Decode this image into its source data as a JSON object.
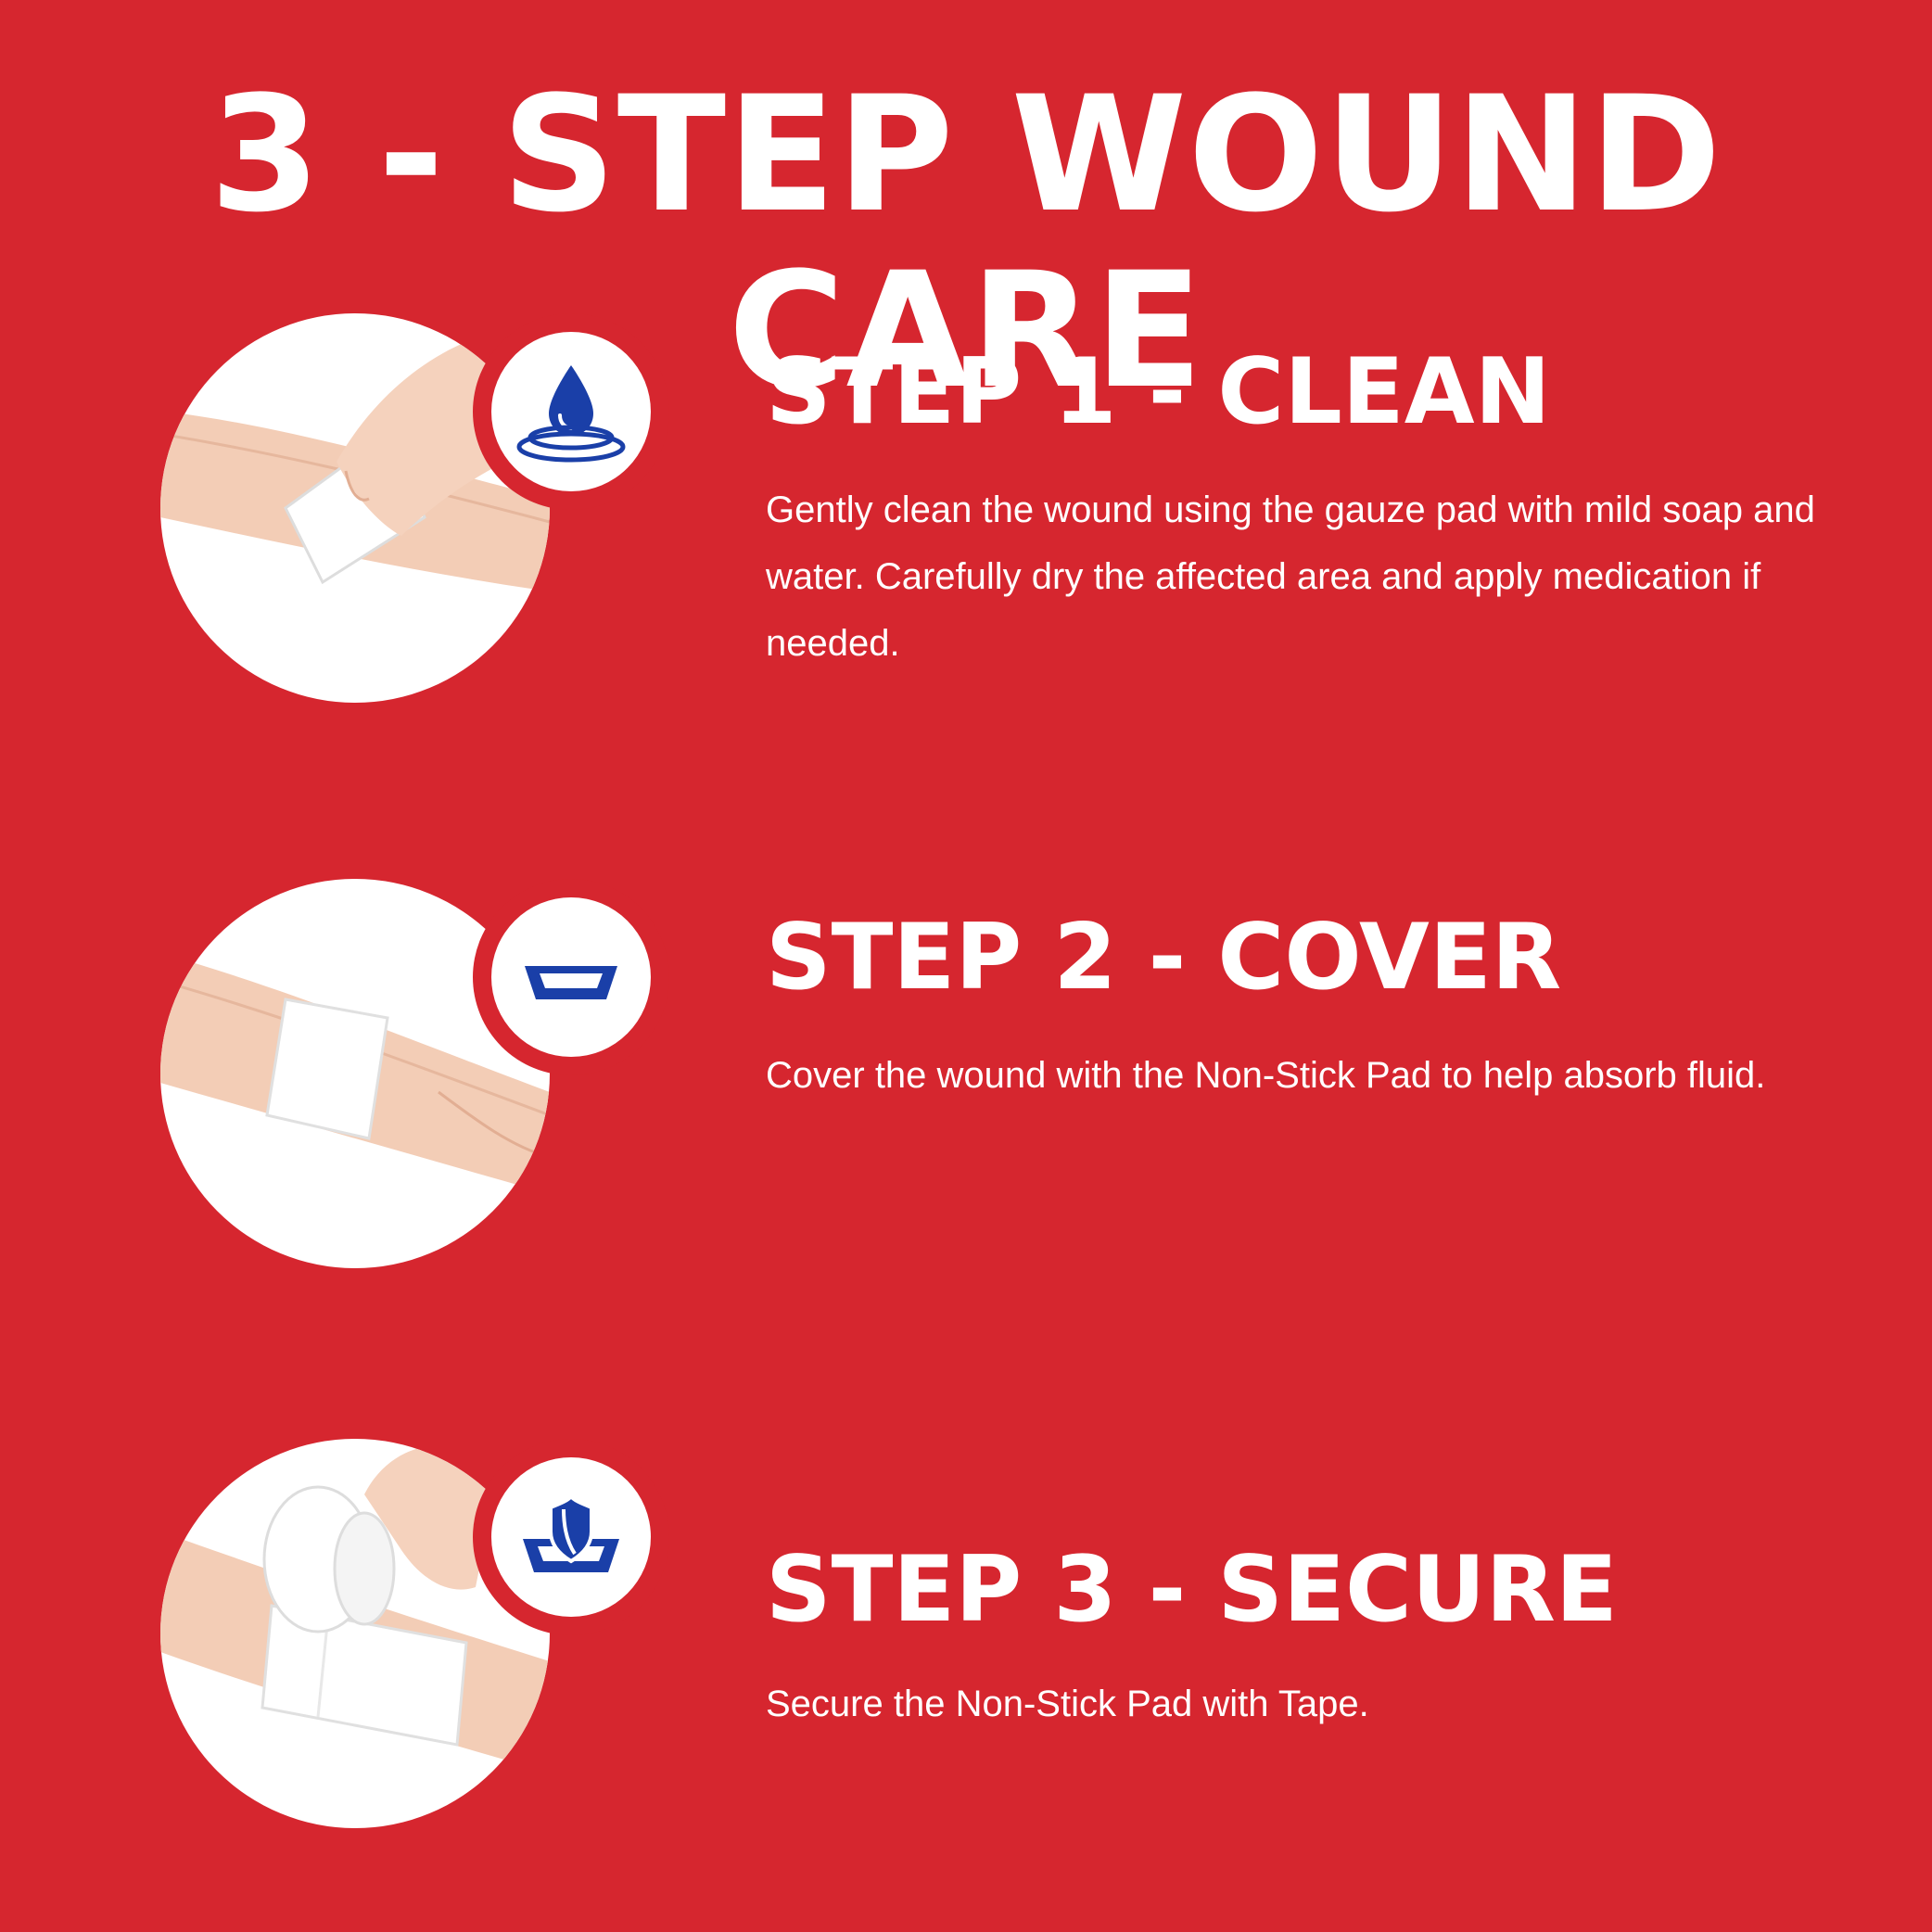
{
  "title": "3 - STEP WOUND CARE",
  "colors": {
    "background": "#d6262f",
    "icon_blue": "#1a3fa8",
    "text": "#ffffff",
    "skin": "#f3cdb6"
  },
  "steps": [
    {
      "heading": "STEP 1 - CLEAN",
      "description": "Gently clean the wound using the gauze pad with mild soap and water. Carefully dry the affected area and apply medication if needed.",
      "icon": "water-drop-icon",
      "photo": "hand-cleaning-wrist-with-gauze"
    },
    {
      "heading": "STEP 2 - COVER",
      "description": "Cover the wound with the Non-Stick Pad to help absorb fluid.",
      "icon": "pad-icon",
      "photo": "pad-on-wrist"
    },
    {
      "heading": "STEP 3 - SECURE",
      "description": "Secure the Non-Stick Pad with Tape.",
      "icon": "shield-pad-icon",
      "photo": "tape-wrapping-arm"
    }
  ]
}
